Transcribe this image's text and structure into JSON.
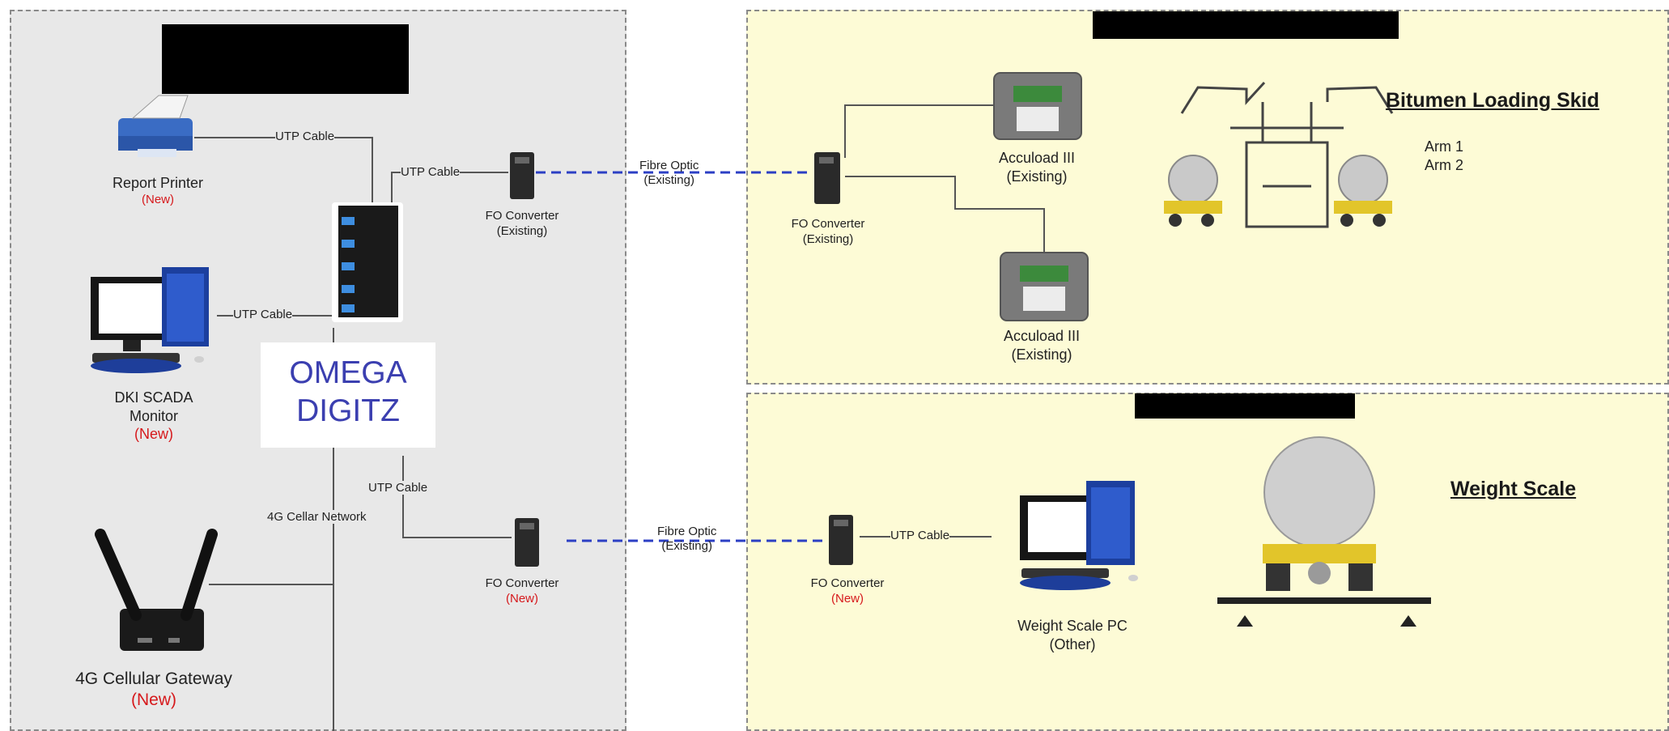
{
  "left_zone": {
    "router_brand_line1": "OMEGA",
    "router_brand_line2": "DIGITZ"
  },
  "devices": {
    "report_printer": {
      "label": "Report Printer",
      "status": "(New)"
    },
    "scada_monitor": {
      "label_line1": "DKI SCADA",
      "label_line2": "Monitor",
      "status": "(New)"
    },
    "gateway": {
      "label": "4G Cellular Gateway",
      "status": "(New)"
    },
    "fo_converter_top_left": {
      "label": "FO Converter",
      "status": "(Existing)"
    },
    "fo_converter_bottom_left": {
      "label": "FO Converter",
      "status": "(New)"
    },
    "fo_converter_top_right": {
      "label": "FO Converter",
      "status": "(Existing)"
    },
    "fo_converter_bottom_right": {
      "label": "FO Converter",
      "status": "(New)"
    },
    "accuload_1": {
      "label": "Accuload III",
      "status": "(Existing)"
    },
    "accuload_2": {
      "label": "Accuload III",
      "status": "(Existing)"
    },
    "weight_scale_pc": {
      "label": "Weight Scale PC",
      "status": "(Other)"
    }
  },
  "connections": {
    "utp_printer": "UTP Cable",
    "utp_fo_top": "UTP Cable",
    "utp_scada": "UTP Cable",
    "utp_fo_bottom": "UTP Cable",
    "cellular": "4G Cellar Network",
    "fibre_top_line1": "Fibre Optic",
    "fibre_top_line2": "(Existing)",
    "fibre_bottom_line1": "Fibre Optic",
    "fibre_bottom_line2": "(Existing)",
    "utp_weight_pc": "UTP Cable"
  },
  "skid": {
    "title": "Bitumen Loading Skid",
    "arm1": "Arm 1",
    "arm2": "Arm 2"
  },
  "scale": {
    "title": "Weight Scale"
  },
  "colors": {
    "left_zone_bg": "#e8e8e8",
    "right_zone_bg": "#fdfbd6",
    "fibre_line": "#2c3fc4",
    "status_new": "#d6191c",
    "brand_text": "#3b3fb0"
  }
}
